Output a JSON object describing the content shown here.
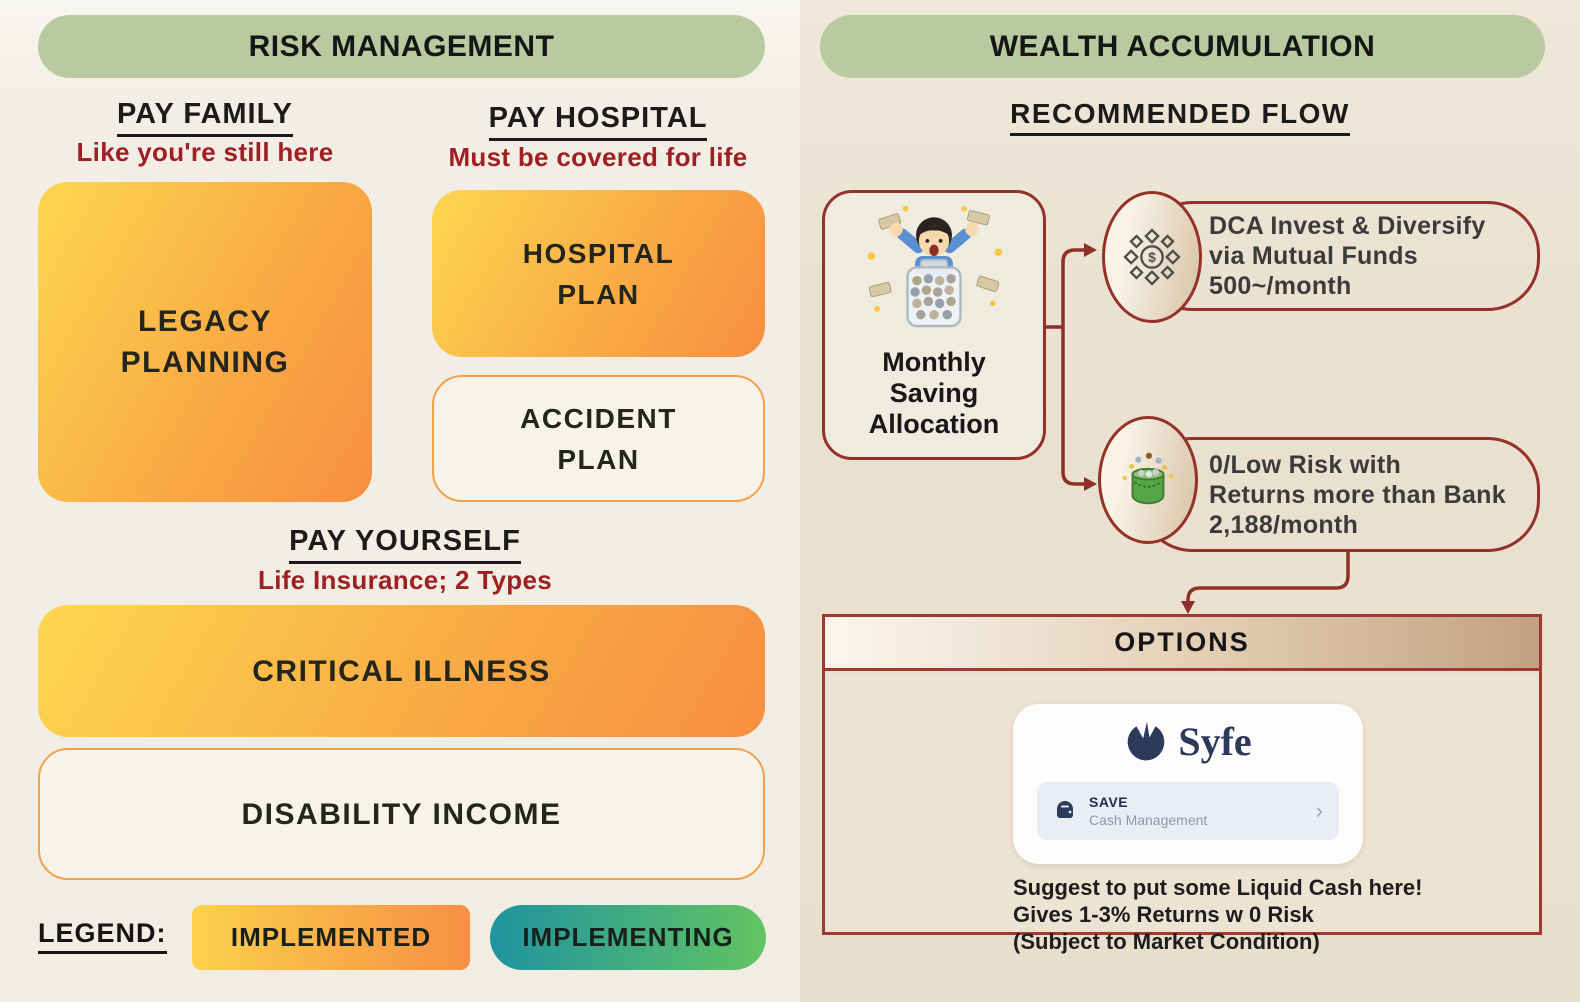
{
  "risk": {
    "header": "RISK MANAGEMENT",
    "pay_family": {
      "heading": "PAY FAMILY",
      "sub": "Like you're still here",
      "box": {
        "line1": "LEGACY",
        "line2": "PLANNING"
      }
    },
    "pay_hospital": {
      "heading": "PAY HOSPITAL",
      "sub": "Must be covered for life",
      "hospital_box": {
        "line1": "HOSPITAL",
        "line2": "PLAN"
      },
      "accident_box": {
        "line1": "ACCIDENT",
        "line2": "PLAN"
      }
    },
    "pay_yourself": {
      "heading": "PAY YOURSELF",
      "sub": "Life Insurance; 2 Types",
      "critical_box": "CRITICAL ILLNESS",
      "disability_box": "DISABILITY INCOME"
    },
    "legend": {
      "label": "LEGEND:",
      "implemented": "IMPLEMENTED",
      "implementing": "IMPLEMENTING"
    }
  },
  "wealth": {
    "header": "WEALTH ACCUMULATION",
    "flow_heading": "RECOMMENDED FLOW",
    "monthly": {
      "line1": "Monthly",
      "line2": "Saving",
      "line3": "Allocation"
    },
    "branch1": {
      "line1": "DCA Invest & Diversify",
      "line2": "via Mutual Funds",
      "line3": "500~/month",
      "icon_symbol": "$"
    },
    "branch2": {
      "line1": "0/Low Risk with",
      "line2": "Returns more than Bank",
      "line3": "2,188/month"
    },
    "options": {
      "header": "OPTIONS",
      "syfe": {
        "brand": "Syfe",
        "row_title": "SAVE",
        "row_subtitle": "Cash Management",
        "chevron": "›"
      },
      "note": {
        "line1": "Suggest to put some Liquid Cash here!",
        "line2": "Gives 1-3% Returns w 0 Risk",
        "line3": "(Subject to Market Condition)"
      }
    }
  },
  "colors": {
    "header_pill_green": "#b9c9a0",
    "implemented_gradient_start": "#fbd14b",
    "implemented_gradient_end": "#f78f44",
    "implementing_gradient_start": "#1f93a0",
    "implementing_gradient_end": "#62c462",
    "maroon_border": "#943229",
    "red_subtitle": "#9e2023",
    "outline_box_border": "#f2a24c",
    "left_background": "#f2ede3",
    "right_background": "#eae1d0",
    "syfe_navy": "#2c3a5c"
  }
}
